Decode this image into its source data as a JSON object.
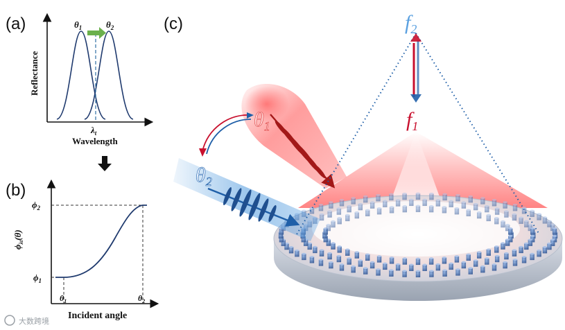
{
  "panel_a": {
    "label": "(a)",
    "ylabel": "Reflectance",
    "xlabel": "Wavelength",
    "peak1": "θ",
    "peak1_sub": "1",
    "peak2": "θ",
    "peak2_sub": "2",
    "lambda": "λ",
    "lambda_sub": "t",
    "shift_arrow_color": "#6ab04c",
    "dashed_line_color": "#2e6fa3"
  },
  "between_arrow": "down-arrow-icon",
  "panel_b": {
    "label": "(b)",
    "ylabel": "ϕ",
    "ylabel_sub": "λt",
    "ylabel_arg": "(θ)",
    "xlabel": "Incident angle",
    "phi2": "ϕ",
    "phi2_sub": "2",
    "phi1": "ϕ",
    "phi1_sub": "1",
    "theta1": "θ",
    "theta1_sub": "1",
    "theta2": "θ",
    "theta2_sub": "2"
  },
  "panel_c": {
    "label": "(c)",
    "theta1": "θ",
    "theta1_sub": "1",
    "theta2": "θ",
    "theta2_sub": "2",
    "f2": "f",
    "f2_sub": "2",
    "f1": "f",
    "f1_sub": "1",
    "red_color": "#c8102e",
    "blue_color": "#1f5fa8"
  },
  "watermark": "大数跨境"
}
